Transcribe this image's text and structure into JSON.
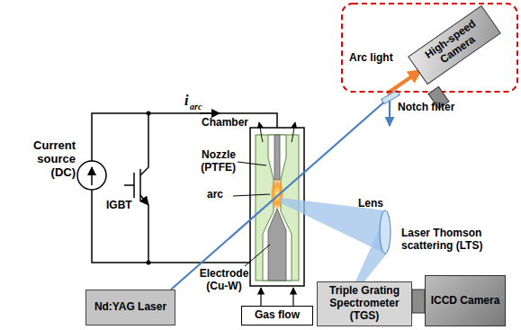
{
  "diagram": {
    "nodes": [
      {
        "text": [
          "High-speed Camera"
        ]
      },
      {
        "text": [
          "Nd:YAG Laser"
        ]
      },
      {
        "text": [
          "Gas flow"
        ]
      },
      {
        "text": [
          "Triple Grating Spectrometer (TGS)"
        ]
      },
      {
        "text": [
          "ICCD Camera"
        ]
      }
    ],
    "labels": [
      "Current source (DC)",
      "i",
      "arc",
      "IGBT",
      "Chamber",
      "Nozzle (PTFE)",
      "arc",
      "Electrode (Cu-W)",
      "Arc light",
      "Notch filter",
      "Lens",
      "Laser Thomson scattering (LTS)"
    ]
  }
}
